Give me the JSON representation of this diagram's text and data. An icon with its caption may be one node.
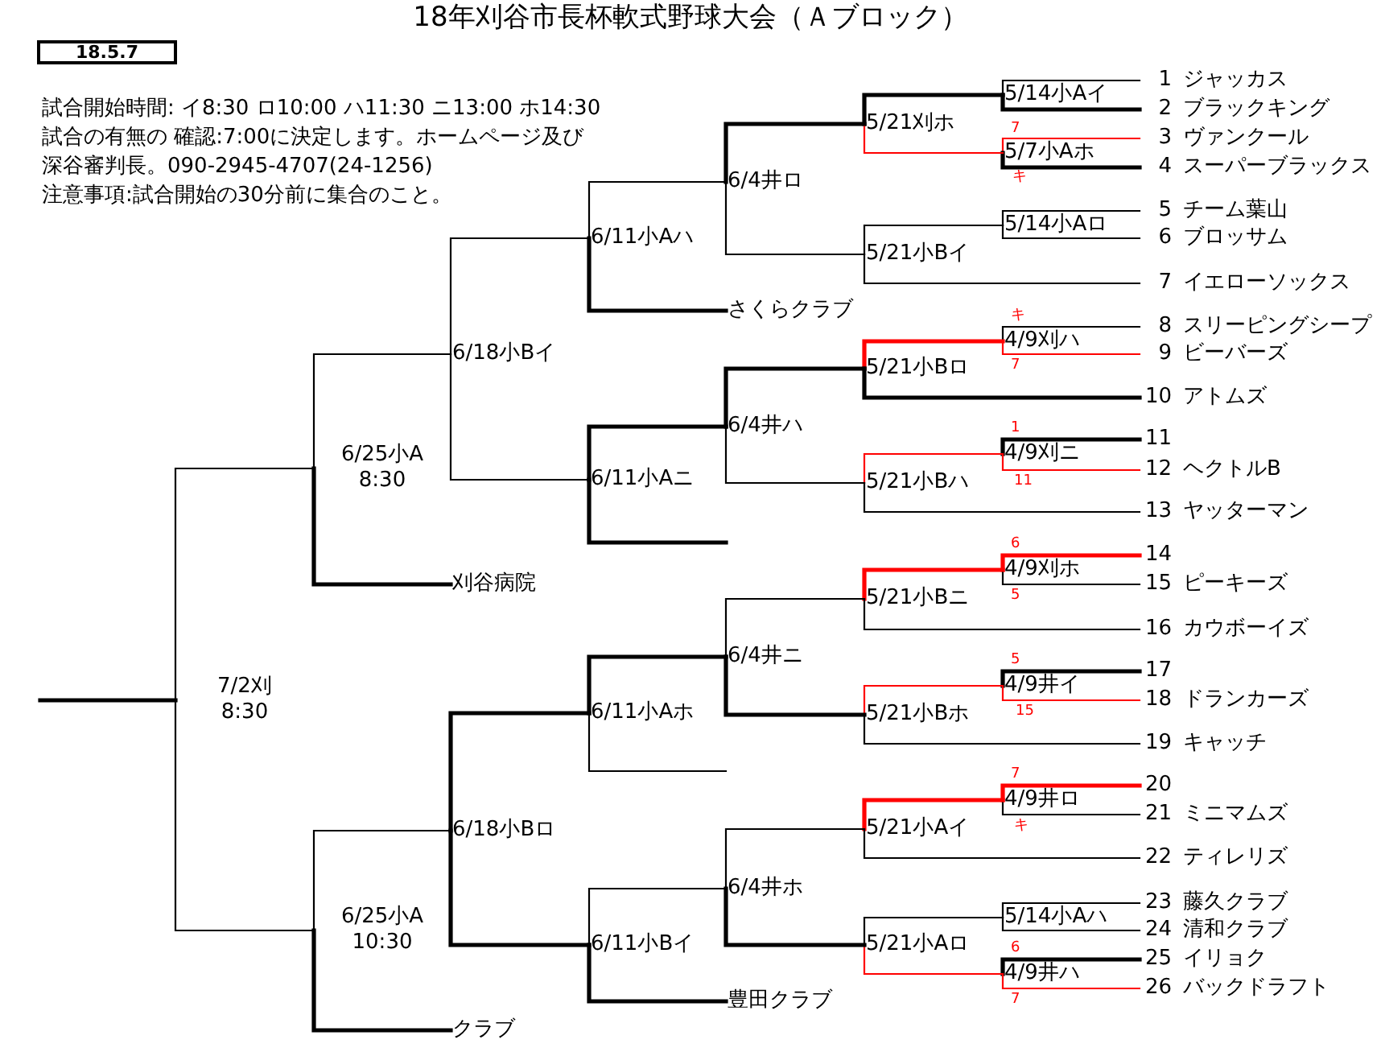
{
  "diagram": {
    "title": "18年刈谷市長杯軟式野球大会（Ａブロック）",
    "nodes": [
      {
        "text": [
          "18.5.7"
        ]
      },
      {
        "text": [
          "1",
          "ジャッカス"
        ]
      },
      {
        "text": [
          "2",
          "ブラックキング"
        ]
      },
      {
        "text": [
          "3",
          "ヴァンクール"
        ]
      },
      {
        "text": [
          "4",
          "スーパーブラックス"
        ]
      },
      {
        "text": [
          "5",
          "チーム葉山"
        ]
      },
      {
        "text": [
          "6",
          "ブロッサム"
        ]
      },
      {
        "text": [
          "7",
          "イエローソックス"
        ]
      },
      {
        "text": [
          "8",
          "スリーピングシープ"
        ]
      },
      {
        "text": [
          "9",
          "ビーバーズ"
        ]
      },
      {
        "text": [
          "10",
          "アトムズ"
        ]
      },
      {
        "text": [
          "11"
        ]
      },
      {
        "text": [
          "12",
          "ヘクトルB"
        ]
      },
      {
        "text": [
          "13",
          "ヤッターマン"
        ]
      },
      {
        "text": [
          "14"
        ]
      },
      {
        "text": [
          "15",
          "ピーキーズ"
        ]
      },
      {
        "text": [
          "16",
          "カウボーイズ"
        ]
      },
      {
        "text": [
          "17"
        ]
      },
      {
        "text": [
          "18",
          "ドランカーズ"
        ]
      },
      {
        "text": [
          "19",
          "キャッチ"
        ]
      },
      {
        "text": [
          "20"
        ]
      },
      {
        "text": [
          "21",
          "ミニマムズ"
        ]
      },
      {
        "text": [
          "22",
          "ティレリズ"
        ]
      },
      {
        "text": [
          "23",
          "藤久クラブ"
        ]
      },
      {
        "text": [
          "24",
          "清和クラブ"
        ]
      },
      {
        "text": [
          "25",
          "イリョク"
        ]
      },
      {
        "text": [
          "26",
          "バックドラフト"
        ]
      },
      {
        "text": [
          "さくらクラブ"
        ]
      },
      {
        "text": [
          "刈谷病院"
        ]
      },
      {
        "text": [
          "豊田クラブ"
        ]
      },
      {
        "text": [
          "クラブ"
        ]
      },
      {
        "text": [
          "5/14小Aイ"
        ]
      },
      {
        "text": [
          "5/7小Aホ"
        ]
      },
      {
        "text": [
          "5/14小Aロ"
        ]
      },
      {
        "text": [
          "4/9刈ハ"
        ]
      },
      {
        "text": [
          "4/9刈ニ"
        ]
      },
      {
        "text": [
          "4/9刈ホ"
        ]
      },
      {
        "text": [
          "4/9井イ"
        ]
      },
      {
        "text": [
          "4/9井ロ"
        ]
      },
      {
        "text": [
          "5/14小Aハ"
        ]
      },
      {
        "text": [
          "4/9井ハ"
        ]
      },
      {
        "text": [
          "5/21刈ホ"
        ]
      },
      {
        "text": [
          "5/21小Bイ"
        ]
      },
      {
        "text": [
          "5/21小Bロ"
        ]
      },
      {
        "text": [
          "5/21小Bハ"
        ]
      },
      {
        "text": [
          "5/21小Bニ"
        ]
      },
      {
        "text": [
          "5/21小Bホ"
        ]
      },
      {
        "text": [
          "5/21小Aイ"
        ]
      },
      {
        "text": [
          "5/21小Aロ"
        ]
      },
      {
        "text": [
          "6/4井ロ"
        ]
      },
      {
        "text": [
          "6/4井ハ"
        ]
      },
      {
        "text": [
          "6/4井ニ"
        ]
      },
      {
        "text": [
          "6/4井ホ"
        ]
      },
      {
        "text": [
          "6/11小Aハ"
        ]
      },
      {
        "text": [
          "6/11小Aニ"
        ]
      },
      {
        "text": [
          "6/11小Aホ"
        ]
      },
      {
        "text": [
          "6/11小Bイ"
        ]
      },
      {
        "text": [
          "6/18小Bイ"
        ]
      },
      {
        "text": [
          "6/18小Bロ"
        ]
      },
      {
        "text": [
          "6/25小A 8:30"
        ]
      },
      {
        "text": [
          "6/25小A 10:30"
        ]
      },
      {
        "text": [
          "7/2刈 8:30"
        ]
      }
    ],
    "edges": [
      {
        "from": 1,
        "to": 31,
        "arrow": "none"
      },
      {
        "from": 2,
        "to": 31,
        "arrow": "none",
        "style": "thick"
      },
      {
        "from": 3,
        "to": 32,
        "arrow": "none",
        "color": "#ff0000"
      },
      {
        "from": 4,
        "to": 32,
        "arrow": "none",
        "style": "thick"
      },
      {
        "from": 5,
        "to": 33,
        "arrow": "none"
      },
      {
        "from": 6,
        "to": 33,
        "arrow": "none"
      },
      {
        "from": 8,
        "to": 34,
        "arrow": "none"
      },
      {
        "from": 9,
        "to": 34,
        "arrow": "none",
        "color": "#ff0000"
      },
      {
        "from": 11,
        "to": 35,
        "arrow": "none",
        "style": "thick"
      },
      {
        "from": 12,
        "to": 35,
        "arrow": "none",
        "color": "#ff0000"
      },
      {
        "from": 14,
        "to": 36,
        "arrow": "none",
        "style": "thick",
        "color": "#ff0000"
      },
      {
        "from": 15,
        "to": 36,
        "arrow": "none"
      },
      {
        "from": 17,
        "to": 37,
        "arrow": "none",
        "style": "thick"
      },
      {
        "from": 18,
        "to": 37,
        "arrow": "none",
        "color": "#ff0000"
      },
      {
        "from": 20,
        "to": 38,
        "arrow": "none",
        "style": "thick",
        "color": "#ff0000"
      },
      {
        "from": 21,
        "to": 38,
        "arrow": "none"
      },
      {
        "from": 23,
        "to": 39,
        "arrow": "none"
      },
      {
        "from": 24,
        "to": 39,
        "arrow": "none"
      },
      {
        "from": 25,
        "to": 40,
        "arrow": "none",
        "style": "thick"
      },
      {
        "from": 26,
        "to": 40,
        "arrow": "none",
        "color": "#ff0000"
      },
      {
        "from": 31,
        "to": 41,
        "arrow": "none",
        "style": "thick"
      },
      {
        "from": 32,
        "to": 41,
        "arrow": "none",
        "color": "#ff0000"
      },
      {
        "from": 33,
        "to": 42,
        "arrow": "none"
      },
      {
        "from": 7,
        "to": 42,
        "arrow": "none"
      },
      {
        "from": 34,
        "to": 43,
        "arrow": "none",
        "style": "thick",
        "color": "#ff0000"
      },
      {
        "from": 10,
        "to": 43,
        "arrow": "none",
        "style": "thick"
      },
      {
        "from": 35,
        "to": 44,
        "arrow": "none",
        "color": "#ff0000"
      },
      {
        "from": 13,
        "to": 44,
        "arrow": "none"
      },
      {
        "from": 36,
        "to": 45,
        "arrow": "none",
        "style": "thick",
        "color": "#ff0000"
      },
      {
        "from": 16,
        "to": 45,
        "arrow": "none"
      },
      {
        "from": 37,
        "to": 46,
        "arrow": "none",
        "color": "#ff0000"
      },
      {
        "from": 19,
        "to": 46,
        "arrow": "none"
      },
      {
        "from": 38,
        "to": 47,
        "arrow": "none",
        "style": "thick",
        "color": "#ff0000"
      },
      {
        "from": 22,
        "to": 47,
        "arrow": "none"
      },
      {
        "from": 39,
        "to": 48,
        "arrow": "none"
      },
      {
        "from": 40,
        "to": 48,
        "arrow": "none",
        "color": "#ff0000"
      },
      {
        "from": 41,
        "to": 49,
        "arrow": "none",
        "style": "thick"
      },
      {
        "from": 42,
        "to": 49,
        "arrow": "none"
      },
      {
        "from": 43,
        "to": 50,
        "arrow": "none",
        "style": "thick"
      },
      {
        "from": 44,
        "to": 50,
        "arrow": "none"
      },
      {
        "from": 45,
        "to": 51,
        "arrow": "none"
      },
      {
        "from": 46,
        "to": 51,
        "arrow": "none",
        "style": "thick"
      },
      {
        "from": 47,
        "to": 52,
        "arrow": "none"
      },
      {
        "from": 48,
        "to": 52,
        "arrow": "none",
        "style": "thick"
      },
      {
        "from": 49,
        "to": 53,
        "arrow": "none"
      },
      {
        "from": 27,
        "to": 53,
        "arrow": "none",
        "style": "thick"
      },
      {
        "from": 50,
        "to": 54,
        "arrow": "none",
        "style": "thick"
      },
      {
        "from": null,
        "to": 54,
        "arrow": "none",
        "style": "thick"
      },
      {
        "from": 51,
        "to": 55,
        "arrow": "none",
        "style": "thick"
      },
      {
        "from": null,
        "to": 55,
        "arrow": "none"
      },
      {
        "from": 52,
        "to": 56,
        "arrow": "none"
      },
      {
        "from": 29,
        "to": 56,
        "arrow": "none",
        "style": "thick"
      },
      {
        "from": 53,
        "to": 57,
        "arrow": "none"
      },
      {
        "from": 54,
        "to": 57,
        "arrow": "none"
      },
      {
        "from": 55,
        "to": 58,
        "arrow": "none",
        "style": "thick"
      },
      {
        "from": 56,
        "to": 58,
        "arrow": "none",
        "style": "thick"
      },
      {
        "from": 57,
        "to": 59,
        "arrow": "none"
      },
      {
        "from": 28,
        "to": 59,
        "arrow": "none",
        "style": "thick"
      },
      {
        "from": 58,
        "to": 60,
        "arrow": "none"
      },
      {
        "from": 30,
        "to": 60,
        "arrow": "none",
        "style": "thick"
      },
      {
        "from": 59,
        "to": 61,
        "arrow": "none"
      },
      {
        "from": 60,
        "to": 61,
        "arrow": "none"
      },
      {
        "from": 61,
        "to": null,
        "arrow": "none",
        "style": "thick"
      }
    ],
    "labels": [
      "試合開始時間: イ8:30 ロ10:00 ハ11:30 ニ13:00 ホ14:30",
      "試合の有無の 確認:7:00に決定します。ホームページ及び深谷審判長。090-2945-4707(24-1256)",
      "注意事項:試合開始の30分前に集合のこと。",
      "7",
      "キ",
      "キ",
      "7",
      "1",
      "11",
      "6",
      "5",
      "5",
      "15",
      "7",
      "キ",
      "6",
      "7"
    ]
  }
}
